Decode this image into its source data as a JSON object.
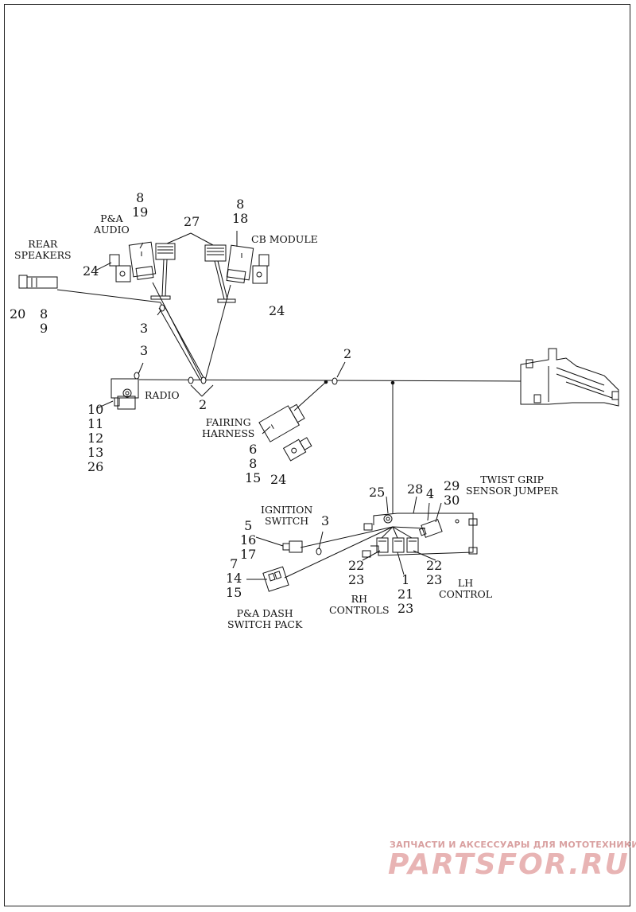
{
  "labels": {
    "rear_speakers": [
      "REAR",
      "SPEAKERS"
    ],
    "pa_audio": [
      "P&A",
      "AUDIO"
    ],
    "cb_module": "CB MODULE",
    "radio": "RADIO",
    "fairing_harness": [
      "FAIRING",
      "HARNESS"
    ],
    "twist_grip": [
      "TWIST GRIP",
      "SENSOR JUMPER"
    ],
    "ignition_switch": [
      "IGNITION",
      "SWITCH"
    ],
    "pa_dash": [
      "P&A DASH",
      "SWITCH PACK"
    ],
    "rh_controls": [
      "RH",
      "CONTROLS"
    ],
    "lh_control": [
      "LH",
      "CONTROL"
    ]
  },
  "callouts": {
    "pa_audio_nums": [
      "8",
      "19"
    ],
    "cb_nums": [
      "8",
      "18"
    ],
    "n27": "27",
    "n24_left": "24",
    "n24_cb": "24",
    "speaker_nums": [
      "20",
      "8",
      "9"
    ],
    "n3_upper": "3",
    "n3_radio": "3",
    "n2_left": "2",
    "n2_right": "2",
    "radio_nums": [
      "10",
      "11",
      "12",
      "13",
      "26"
    ],
    "fairing_nums": [
      "6",
      "8",
      "15"
    ],
    "n24_fairing": "24",
    "n25": "25",
    "n28": "28",
    "n4": "4",
    "twist_nums": [
      "29",
      "30"
    ],
    "ign_nums": [
      "5",
      "16",
      "17"
    ],
    "n3_ign": "3",
    "dash_nums": [
      "7",
      "14",
      "15"
    ],
    "n22_left": [
      "22",
      "23"
    ],
    "n1_nums": [
      "1",
      "21",
      "23"
    ],
    "n22_right": [
      "22",
      "23"
    ]
  },
  "watermark": {
    "tagline": "ЗАПЧАСТИ И АКСЕССУАРЫ ДЛЯ МОТОТЕХНИКИ",
    "logo": "PARTSFOR.RU"
  },
  "colors": {
    "line": "#111111",
    "watermark": "#e8b4b4"
  }
}
